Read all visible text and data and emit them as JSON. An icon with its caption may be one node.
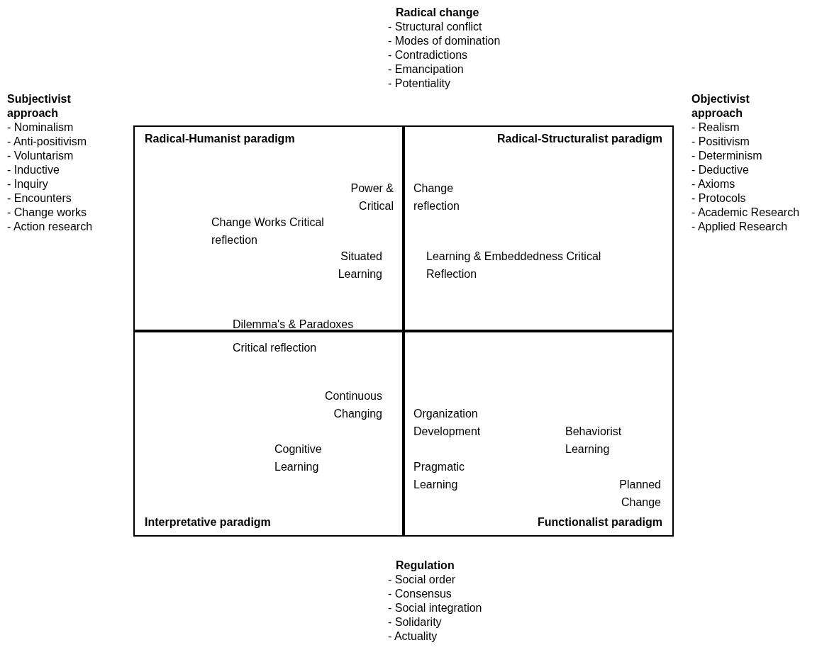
{
  "diagram": {
    "nodes": [
      {
        "text": [
          "Radical-Humanist paradigm",
          "Power & Critical",
          "Change Works Critical reflection",
          "Situated Learning",
          "Dilemma's & Paradoxes"
        ]
      },
      {
        "text": [
          "Radical-Structuralist paradigm",
          "Change reflection",
          "Learning & Embeddedness Critical Reflection"
        ]
      },
      {
        "text": [
          "Critical reflection",
          "Continuous Changing",
          "Cognitive Learning",
          "Interpretative paradigm"
        ]
      },
      {
        "text": [
          "Organization Development",
          "Behaviorist Learning",
          "Pragmatic Learning",
          "Planned Change",
          "Functionalist paradigm"
        ]
      }
    ],
    "edges": [],
    "labels": [
      "Radical change",
      "- Structural conflict",
      "- Modes of domination",
      "- Contradictions",
      "- Emancipation",
      "- Potentiality",
      "Subjectivist approach",
      "- Nominalism",
      "- Anti-positivism",
      "- Voluntarism",
      "- Inductive",
      "- Inquiry",
      "- Encounters",
      "- Change works",
      "- Action research",
      "Objectivist approach",
      "- Realism",
      "- Positivism",
      "- Determinism",
      "- Deductive",
      "- Axioms",
      "- Protocols",
      "- Academic Research",
      "- Applied Research",
      "Regulation",
      "- Social order",
      "- Consensus",
      "- Social integration",
      "- Solidarity",
      "- Actuality"
    ]
  }
}
